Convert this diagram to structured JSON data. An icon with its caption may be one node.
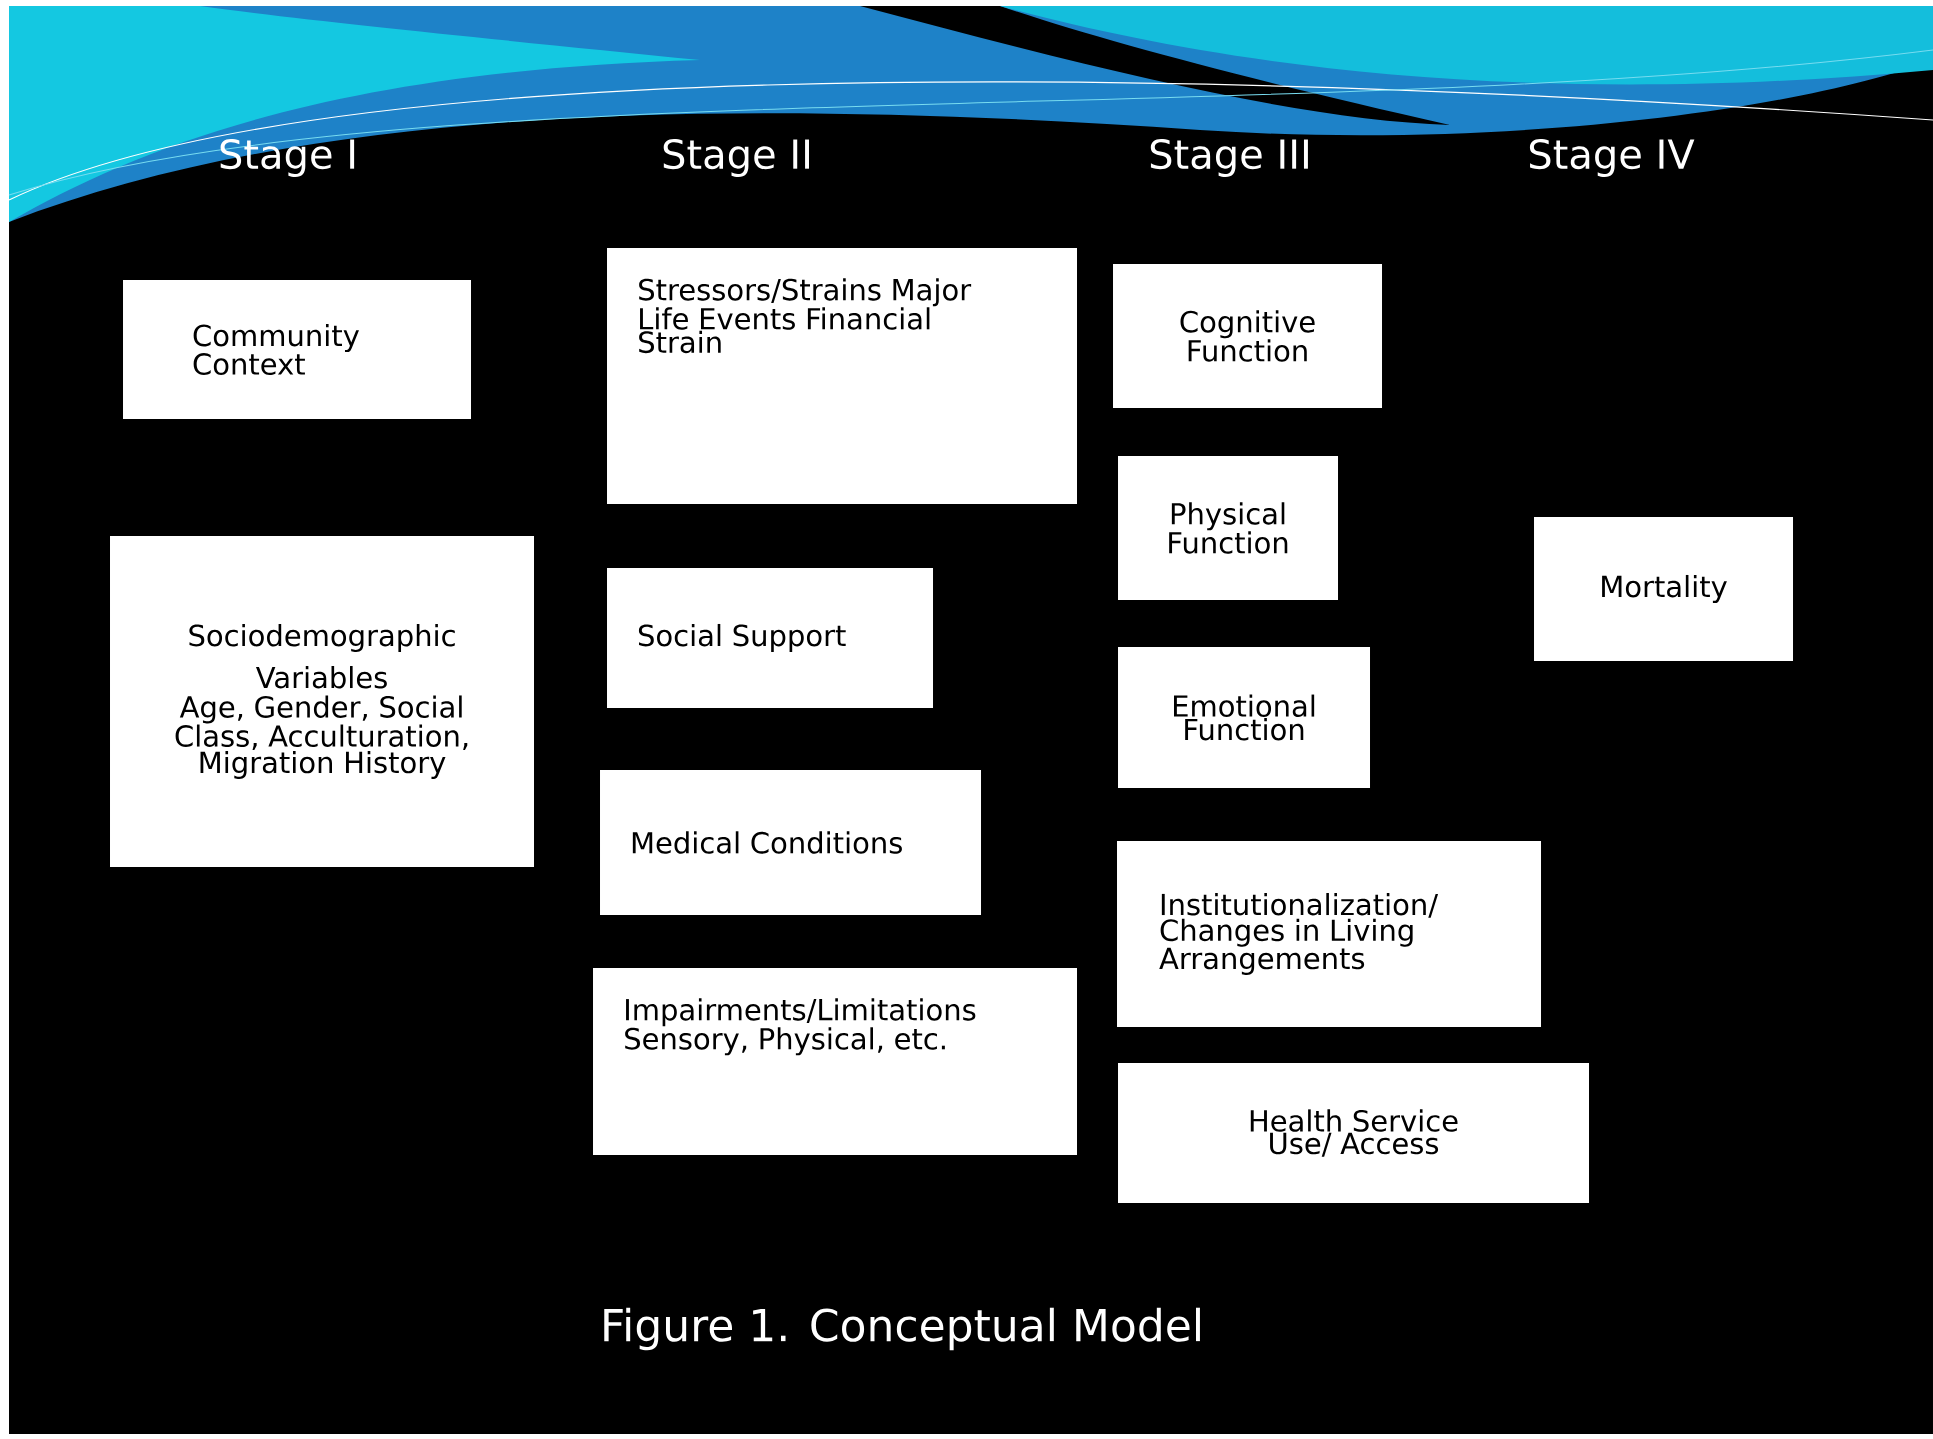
{
  "diagram": {
    "caption": "Figure 1. Conceptual Model",
    "nodes": [
      {
        "text": [
          "Community Context"
        ]
      },
      {
        "text": [
          "Sociodemographic Variables",
          "Age, Gender, Social Class, Acculturation, Migration History"
        ]
      },
      {
        "text": [
          "Stressors/Strains Major Life Events Financial Strain"
        ]
      },
      {
        "text": [
          "Social Support"
        ]
      },
      {
        "text": [
          "Medical Conditions"
        ]
      },
      {
        "text": [
          "Impairments/Limitations Sensory, Physical, etc."
        ]
      },
      {
        "text": [
          "Cognitive Function"
        ]
      },
      {
        "text": [
          "Physical Function"
        ]
      },
      {
        "text": [
          "Emotional Function"
        ]
      },
      {
        "text": [
          "Institutionalization/ Changes in Living Arrangements"
        ]
      },
      {
        "text": [
          "Health Service Use/ Access"
        ]
      },
      {
        "text": [
          "Mortality"
        ]
      }
    ],
    "labels": [
      "Stage I",
      "Stage II",
      "Stage III",
      "Stage IV"
    ]
  }
}
